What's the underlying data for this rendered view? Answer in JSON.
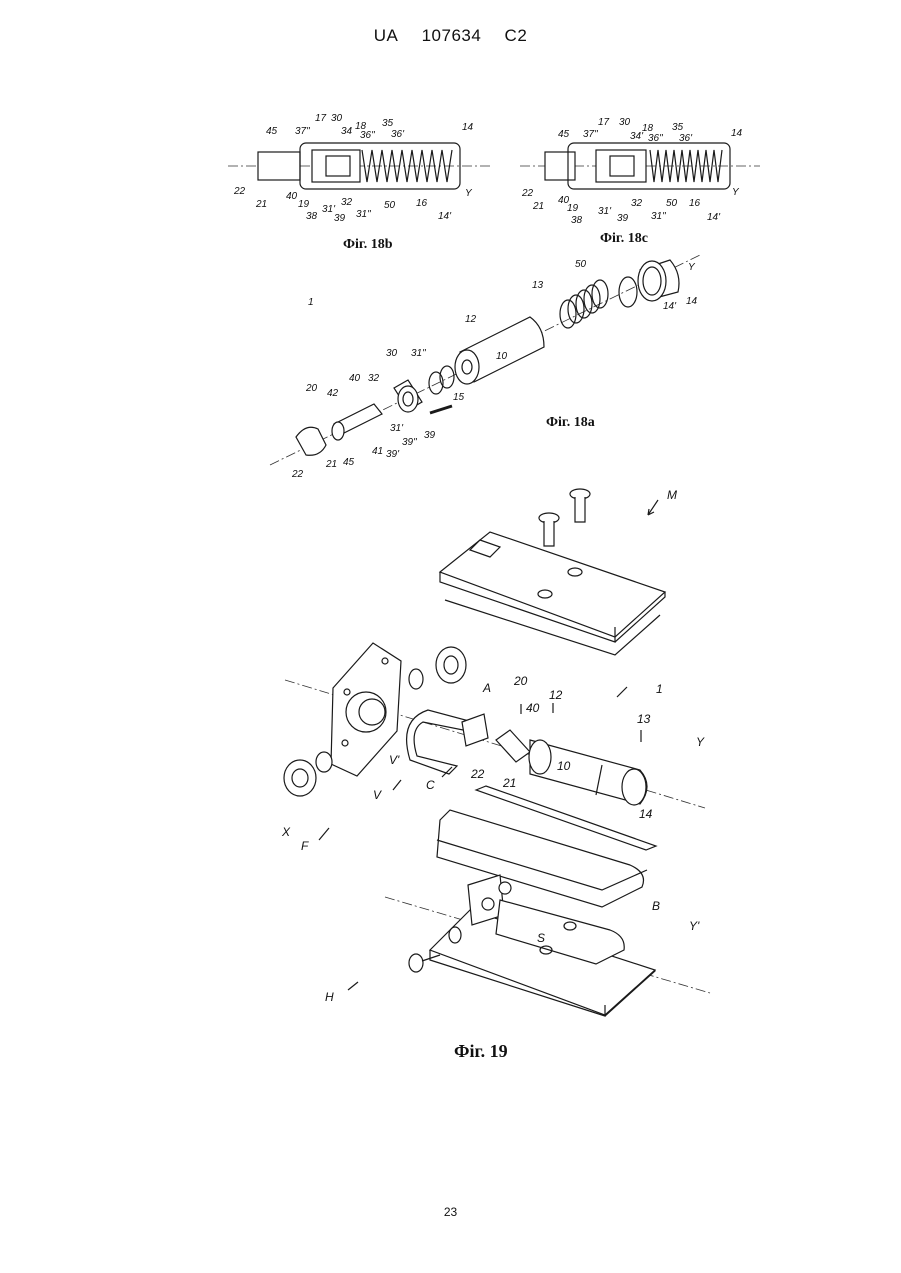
{
  "header": {
    "prefix": "UA",
    "number": "107634",
    "kind": "C2"
  },
  "page_number": "23",
  "figures": {
    "fig18b": {
      "caption": "Фіг. 18b",
      "labels": [
        "17",
        "30",
        "18",
        "35",
        "45",
        "37\"",
        "34",
        "36\"",
        "36'",
        "14",
        "22",
        "21",
        "40",
        "19",
        "38",
        "31'",
        "39",
        "32",
        "31\"",
        "50",
        "16",
        "14'",
        "Y"
      ]
    },
    "fig18c": {
      "caption": "Фіг. 18c",
      "labels": [
        "17",
        "30",
        "18",
        "35",
        "45",
        "37\"",
        "34'",
        "36\"",
        "36'",
        "14",
        "22",
        "21",
        "40",
        "19",
        "38",
        "31'",
        "39",
        "32",
        "31\"",
        "50",
        "16",
        "14'",
        "Y"
      ]
    },
    "fig18a": {
      "caption": "Фіг. 18a",
      "labels": [
        "1",
        "13",
        "50",
        "Y",
        "14'",
        "14",
        "12",
        "10",
        "15",
        "30",
        "31\"",
        "20",
        "42",
        "40",
        "32",
        "31'",
        "39\"",
        "39",
        "41",
        "39'",
        "22",
        "21",
        "45"
      ]
    },
    "fig19": {
      "caption": "Фіг. 19",
      "labels": [
        "M",
        "A",
        "20",
        "12",
        "1",
        "40",
        "13",
        "Y",
        "10",
        "22",
        "21",
        "14",
        "V'",
        "V",
        "C",
        "X",
        "F",
        "B",
        "Y'",
        "S",
        "H"
      ]
    }
  }
}
